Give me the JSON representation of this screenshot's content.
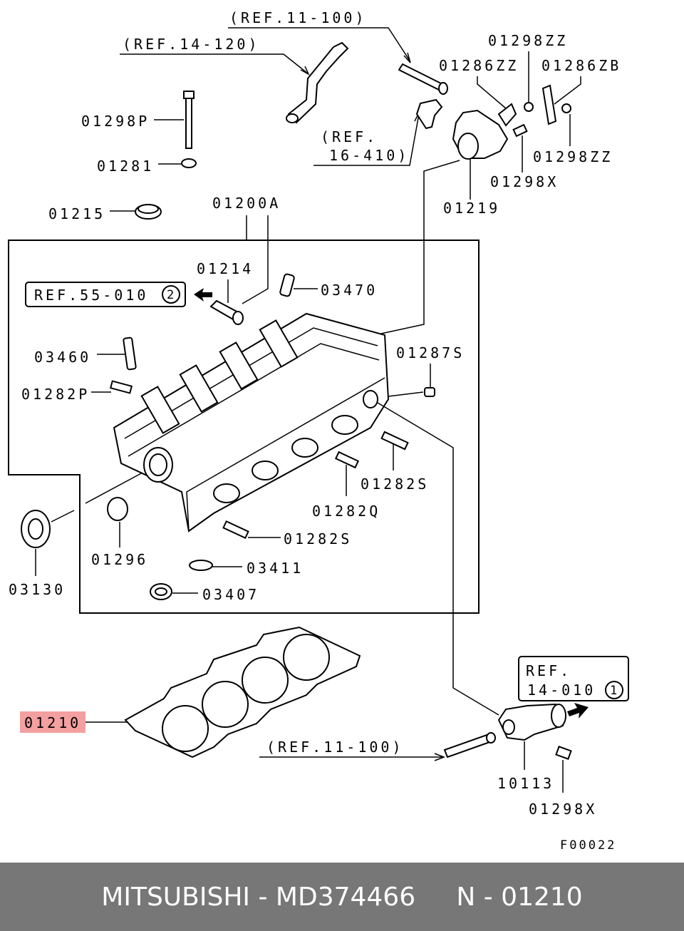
{
  "labels": {
    "ref_11_100_top": "(REF.11-100)",
    "ref_14_120": "(REF.14-120)",
    "ref_16_410_a": "(REF.",
    "ref_16_410_b": "16-410)",
    "p01298ZZ_top": "01298ZZ",
    "p01286ZZ": "01286ZZ",
    "p01286ZB": "01286ZB",
    "p01298P": "01298P",
    "p01281": "01281",
    "p01215": "01215",
    "p01200A": "01200A",
    "p01298ZZ_right": "01298ZZ",
    "p01298X_top": "01298X",
    "p01219": "01219",
    "p01214": "01214",
    "ref_55_010": "REF.55-010",
    "ref_55_010_circle": "2",
    "p03470": "03470",
    "p03460": "03460",
    "p01287S": "01287S",
    "p01282P": "01282P",
    "p01282S_a": "01282S",
    "p01282Q": "01282Q",
    "p01282S_b": "01282S",
    "p01296": "01296",
    "p03130": "03130",
    "p03411": "03411",
    "p03407": "03407",
    "p01210": "01210",
    "ref_14_010_a": "REF.",
    "ref_14_010_b": "14-010",
    "ref_14_010_circle": "1",
    "ref_11_100_bottom": "(REF.11-100)",
    "p10113": "10113",
    "p01298X_bottom": "01298X",
    "figure_code": "F00022"
  },
  "colors": {
    "highlight": "#f4a0a0",
    "footer_bg": "#777777",
    "footer_text": "#ffffff"
  },
  "footer": {
    "brand": "MITSUBISHI",
    "sep1": " - ",
    "part_number": "MD374466",
    "gap": "     ",
    "callout_prefix": "N",
    "sep2": " - ",
    "callout": "01210"
  }
}
